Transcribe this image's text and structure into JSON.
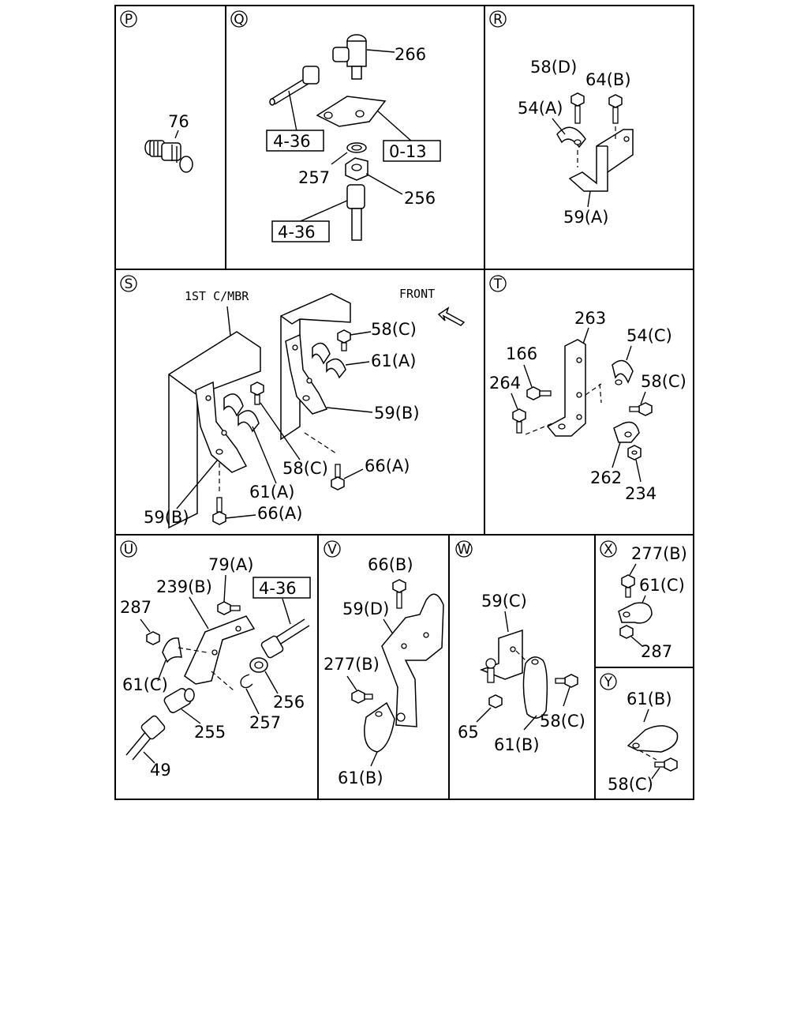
{
  "panels": {
    "P": {
      "letter": "P",
      "labels": [
        "76"
      ]
    },
    "Q": {
      "letter": "Q",
      "labels": [
        "266",
        "257",
        "256"
      ],
      "boxed": [
        "4-36",
        "0-13",
        "4-36"
      ]
    },
    "R": {
      "letter": "R",
      "labels": [
        "58(D)",
        "64(B)",
        "54(A)",
        "59(A)"
      ]
    },
    "S": {
      "letter": "S",
      "captions": [
        "1ST C/MBR",
        "FRONT"
      ],
      "labels": [
        "58(C)",
        "61(A)",
        "59(B)",
        "58(C)",
        "66(A)",
        "61(A)",
        "59(B)",
        "66(A)"
      ]
    },
    "T": {
      "letter": "T",
      "labels": [
        "263",
        "166",
        "54(C)",
        "264",
        "58(C)",
        "262",
        "234"
      ]
    },
    "U": {
      "letter": "U",
      "labels": [
        "79(A)",
        "239(B)",
        "287",
        "61(C)",
        "256",
        "255",
        "257",
        "49"
      ],
      "boxed": [
        "4-36"
      ]
    },
    "V": {
      "letter": "V",
      "labels": [
        "66(B)",
        "59(D)",
        "277(B)",
        "61(B)"
      ]
    },
    "W": {
      "letter": "W",
      "labels": [
        "59(C)",
        "65",
        "58(C)",
        "61(B)"
      ]
    },
    "X": {
      "letter": "X",
      "labels": [
        "277(B)",
        "61(C)",
        "287"
      ]
    },
    "Y": {
      "letter": "Y",
      "labels": [
        "61(B)",
        "58(C)"
      ]
    }
  }
}
